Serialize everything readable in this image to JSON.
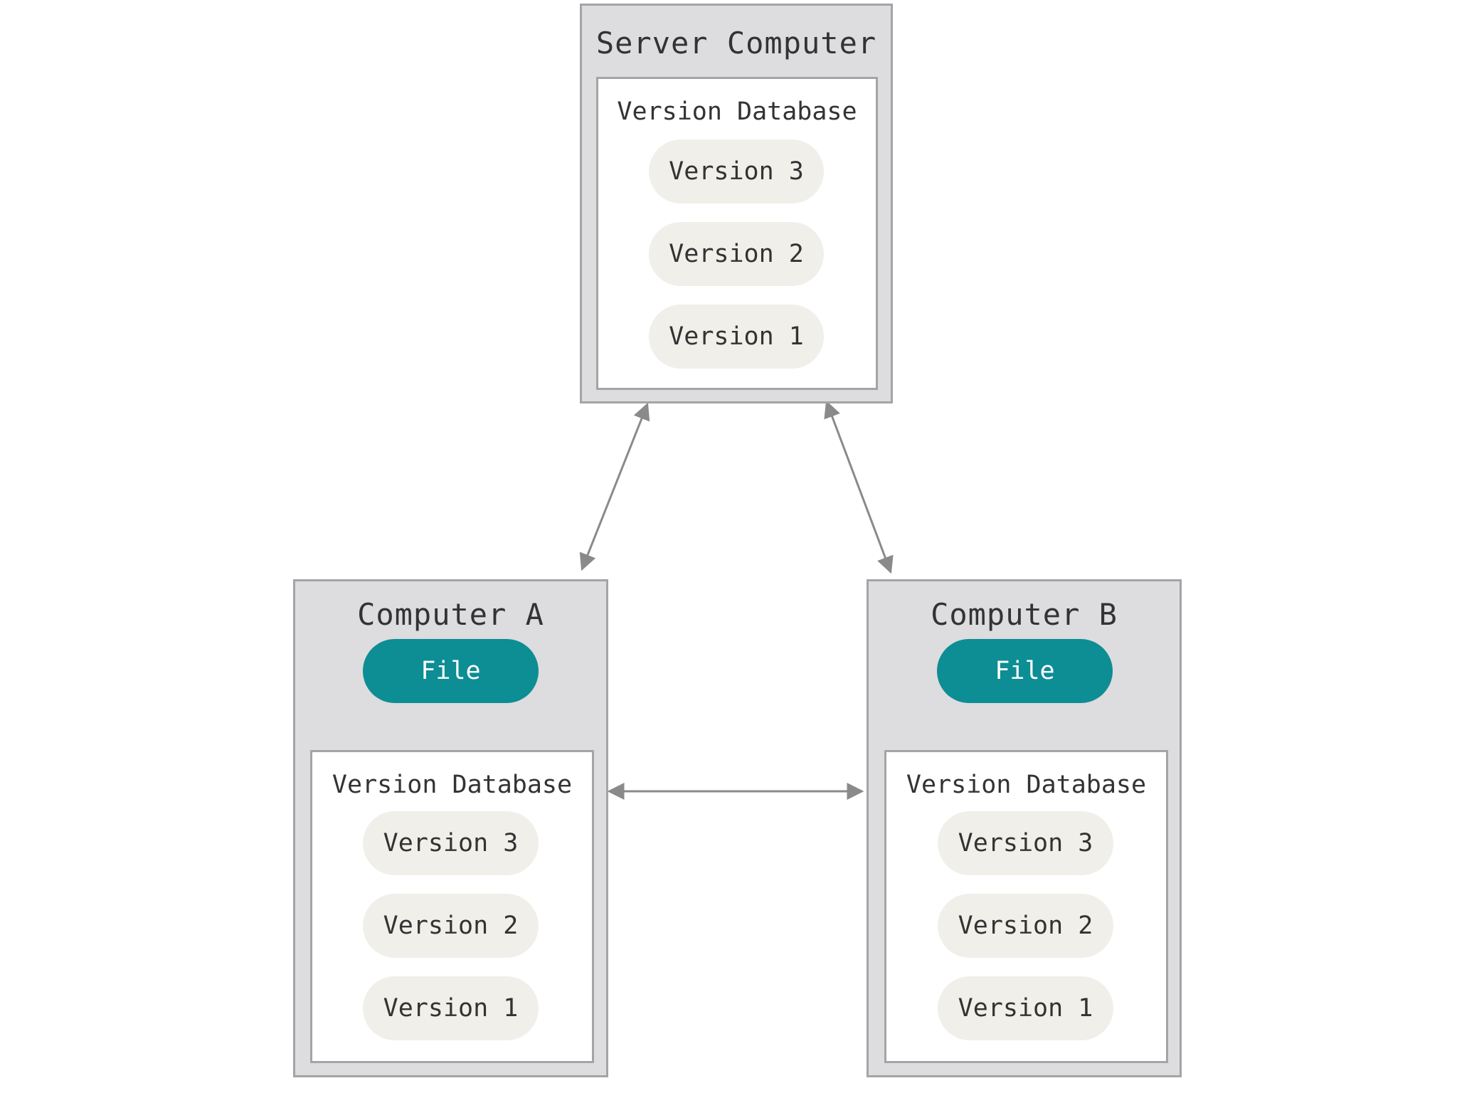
{
  "colors": {
    "box_fill": "#dddcdf",
    "box_border": "#a5a3a6",
    "version_fill": "#f0efea",
    "file_fill": "#0d8d94",
    "file_text": "#ffffff",
    "arrow": "#8a8a8a",
    "text": "#333333"
  },
  "server": {
    "title": "Server Computer",
    "database": {
      "title": "Version Database",
      "versions": [
        "Version 3",
        "Version 2",
        "Version 1"
      ]
    }
  },
  "computer_a": {
    "title": "Computer A",
    "file": "File",
    "database": {
      "title": "Version Database",
      "versions": [
        "Version 3",
        "Version 2",
        "Version 1"
      ]
    }
  },
  "computer_b": {
    "title": "Computer B",
    "file": "File",
    "database": {
      "title": "Version Database",
      "versions": [
        "Version 3",
        "Version 2",
        "Version 1"
      ]
    }
  }
}
